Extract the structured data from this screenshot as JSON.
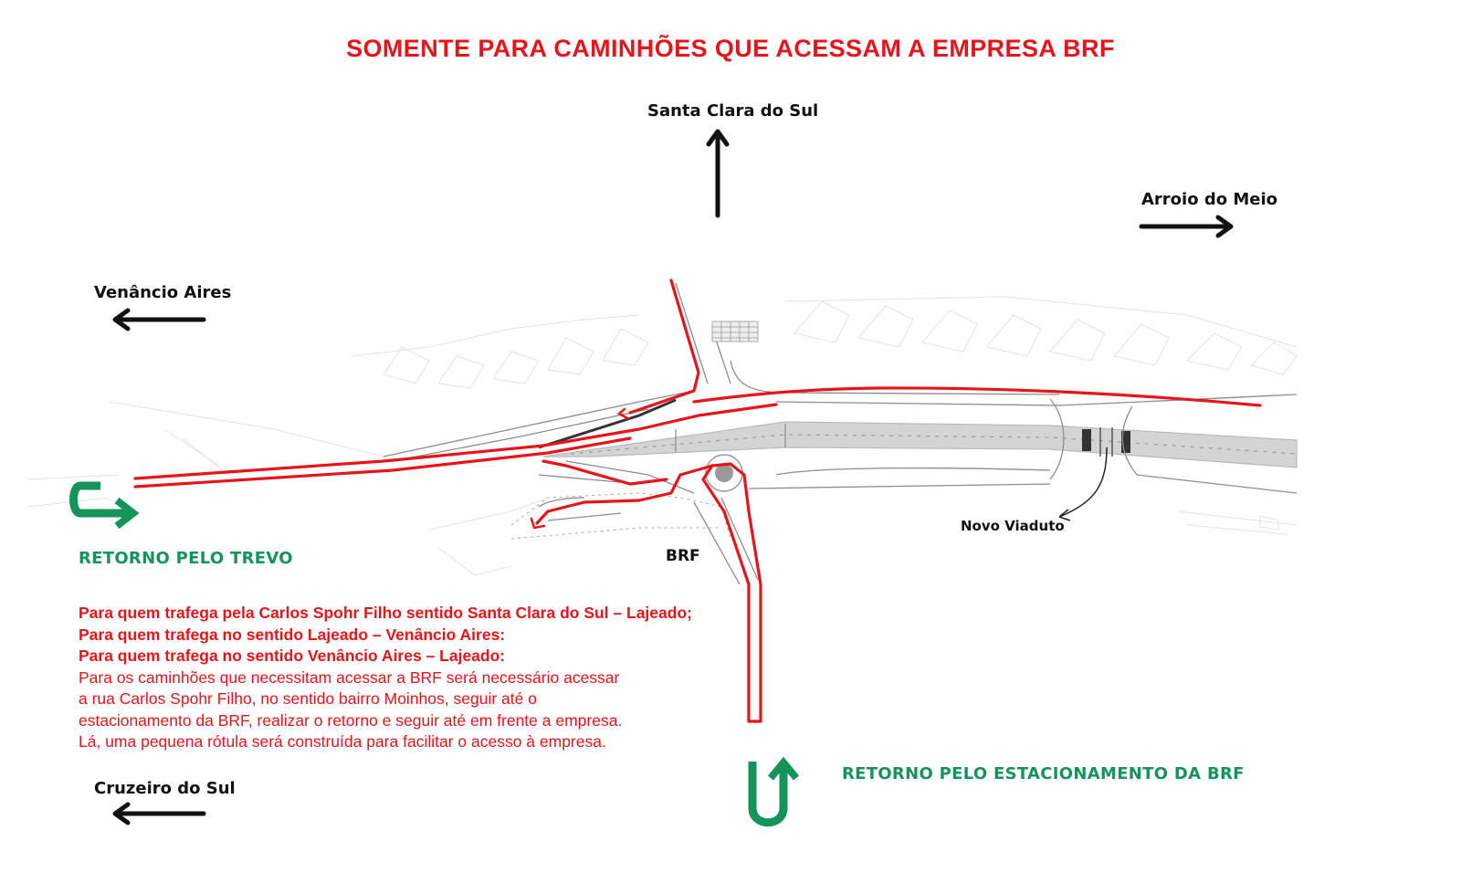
{
  "title": "SOMENTE PARA CAMINHÕES QUE ACESSAM A EMPRESA BRF",
  "destinations": {
    "north": "Santa Clara do Sul",
    "east": "Arroio do Meio",
    "west": "Venâncio Aires",
    "southwest": "Cruzeiro do Sul"
  },
  "labels": {
    "brf": "BRF",
    "novo_viaduto": "Novo Viaduto",
    "retorno_trevo": "RETORNO PELO TREVO",
    "retorno_estacionamento": "RETORNO PELO ESTACIONAMENTO DA BRF"
  },
  "notes": {
    "line1": "Para quem trafega pela Carlos Spohr Filho sentido Santa Clara do Sul – Lajeado;",
    "line2": "Para quem trafega no sentido Lajeado – Venâncio Aires:",
    "line3": "Para quem trafega no sentido Venâncio Aires – Lajeado:",
    "body1": "Para os caminhões que necessitam acessar a BRF será necessário acessar",
    "body2": "a rua Carlos Spohr Filho, no sentido bairro Moinhos, seguir até o",
    "body3": "estacionamento da BRF, realizar o retorno e seguir até em frente a empresa.",
    "body4": "Lá, uma pequena rótula será construída para facilitar o acesso à empresa."
  },
  "colors": {
    "route": "#e8141b",
    "return": "#14935a",
    "direction_arrow": "#111111",
    "road": "#d6d6d6"
  },
  "icons": {
    "north_arrow": "arrow-up-icon",
    "east_arrow": "arrow-right-icon",
    "west_arrow": "arrow-left-icon",
    "retorno_trevo": "u-turn-right-icon",
    "retorno_estacionamento": "u-turn-up-icon"
  }
}
